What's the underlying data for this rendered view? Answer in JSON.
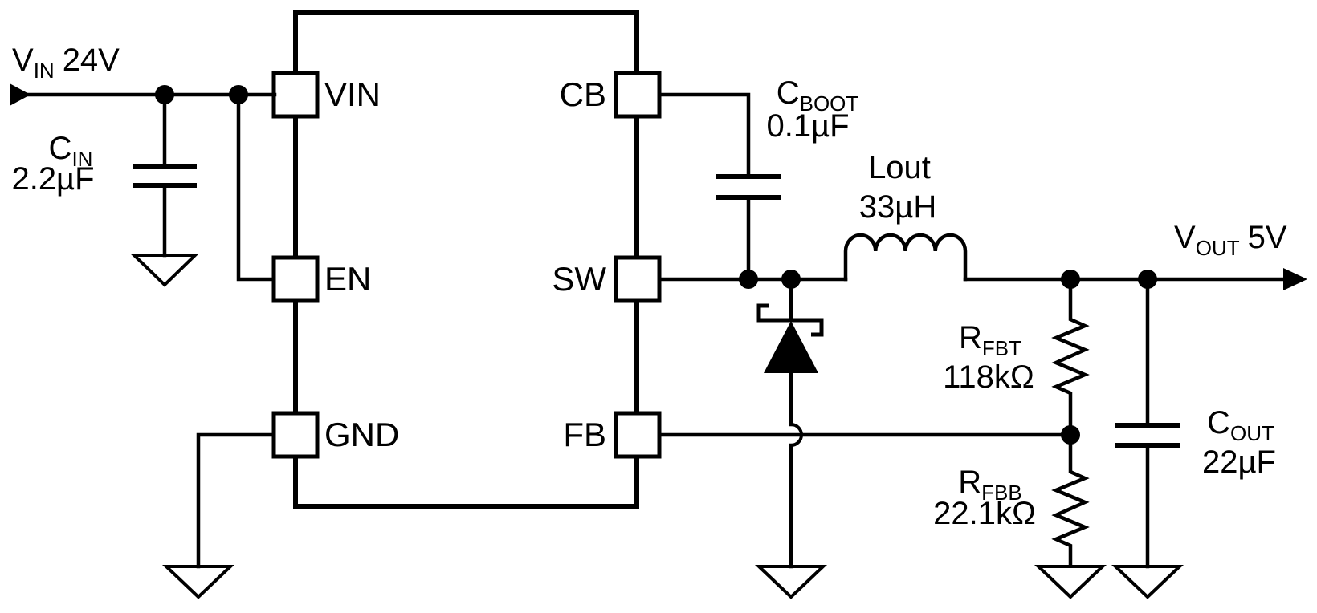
{
  "meta": {
    "type": "circuit-schematic",
    "description": "Buck converter typical application schematic"
  },
  "colors": {
    "ink": "#000000",
    "background": "#ffffff"
  },
  "ic": {
    "pin_vin": "VIN",
    "pin_en": "EN",
    "pin_gnd": "GND",
    "pin_cb": "CB",
    "pin_sw": "SW",
    "pin_fb": "FB"
  },
  "nets": {
    "vin": {
      "sym": "V",
      "sub": "IN",
      "val": "24V"
    },
    "vout": {
      "sym": "V",
      "sub": "OUT",
      "val": "5V"
    }
  },
  "components": {
    "cin": {
      "sym": "C",
      "sub": "IN",
      "val": "2.2µF"
    },
    "cboot": {
      "sym": "C",
      "sub": "BOOT",
      "val": "0.1µF"
    },
    "lout": {
      "sym": "Lout",
      "val": "33µH"
    },
    "rfbt": {
      "sym": "R",
      "sub": "FBT",
      "val": "118kΩ"
    },
    "rfbb": {
      "sym": "R",
      "sub": "FBB",
      "val": "22.1kΩ"
    },
    "cout": {
      "sym": "C",
      "sub": "OUT",
      "val": "22µF"
    }
  }
}
